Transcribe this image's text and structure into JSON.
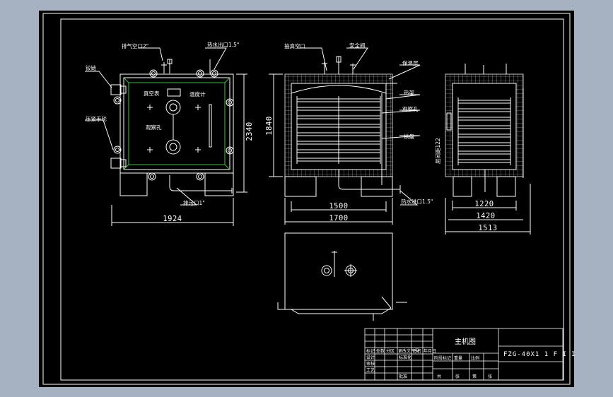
{
  "colors": {
    "window_bg": "#a6b1c2",
    "canvas": "#000000",
    "line": "#ffffff",
    "green": "#3fbf3f",
    "gray_hatch": "#c8c8c8"
  },
  "front_view": {
    "labels": {
      "vent": "排气空口2\"",
      "hot_water_out": "热水出口1.5\"",
      "hinge": "铰链",
      "clamp_handle": "压紧手轮",
      "vacuum_gauge": "真空表",
      "thermometer": "温度计",
      "sight_glass": "观察孔",
      "drain": "排污口1\""
    },
    "dims": {
      "height": "2340",
      "width": "1924"
    }
  },
  "side_view": {
    "labels": {
      "vacuum_port": "抽真空口",
      "safety_valve": "安全阀",
      "insulation": "保温层",
      "heating_rack": "热架",
      "sight_glass": "观察孔",
      "tray": "烘盘",
      "hot_water_in": "热水进口1.5\""
    },
    "dims": {
      "inner_height": "1840",
      "inner_width": "1500",
      "outer_width": "1700"
    }
  },
  "end_view": {
    "labels": {
      "tray_spacing": "层间距122"
    },
    "dims": {
      "inner_width": "1220",
      "mid_width": "1420",
      "outer_width": "1513"
    }
  },
  "title_block": {
    "name": "主机图",
    "drawing_no": "FZG-40X1 1 F I I",
    "cells": [
      "标记",
      "处数",
      "分区",
      "更改文件号",
      "签名",
      "年月日",
      "设计",
      "标准化",
      "阶段标记",
      "重量",
      "比例",
      "审核",
      "工艺",
      "批准",
      "共",
      "张",
      "第",
      "张"
    ]
  }
}
